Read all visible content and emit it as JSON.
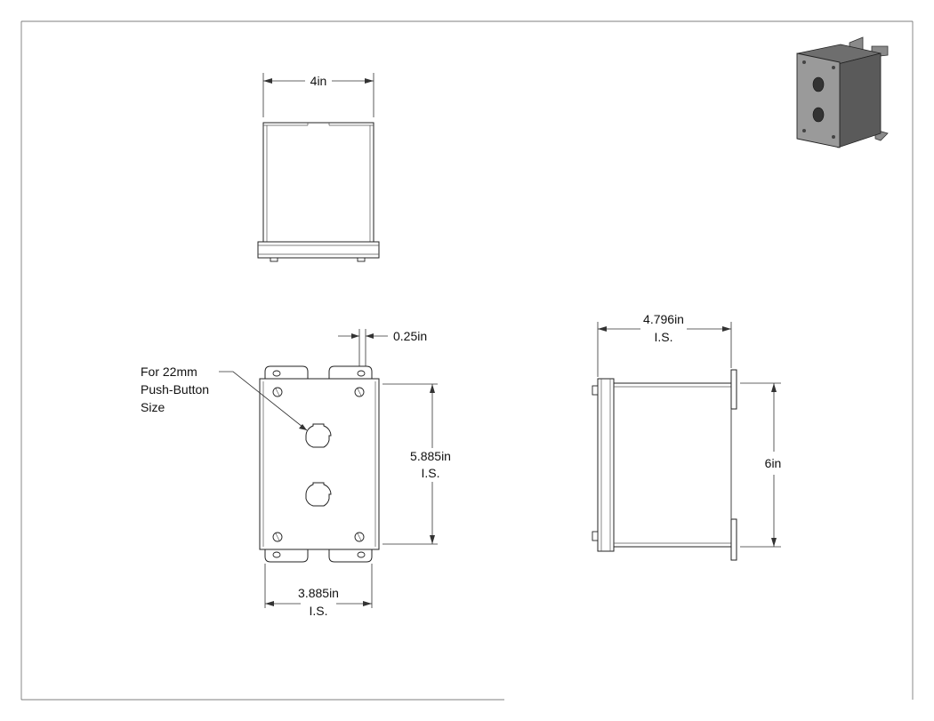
{
  "drawing": {
    "views": {
      "top_view": {
        "width_label": "4in"
      },
      "front_view": {
        "lip_label": "0.25in",
        "height_label_line1": "5.885in",
        "height_label_line2": "I.S.",
        "width_label_line1": "3.885in",
        "width_label_line2": "I.S.",
        "callout_line1": "For 22mm",
        "callout_line2": "Push-Button",
        "callout_line3": "Size"
      },
      "side_view": {
        "depth_label_line1": "4.796in",
        "depth_label_line2": "I.S.",
        "height_label": "6in"
      },
      "iso_view": {
        "body_color": "#5a5a5a",
        "cover_color": "#9a9a9a"
      }
    }
  }
}
